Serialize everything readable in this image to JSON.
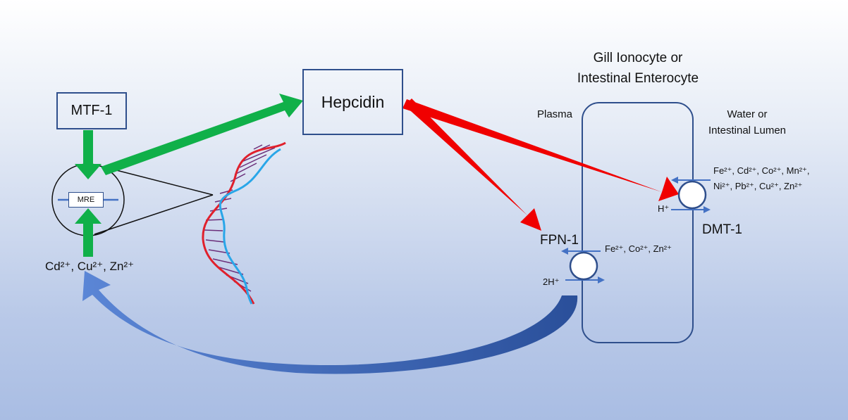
{
  "boxes": {
    "mtf1": "MTF-1",
    "mre": "MRE",
    "hepcidin": "Hepcidin"
  },
  "metals_in": "Cd²⁺, Cu²⁺, Zn²⁺",
  "cell": {
    "title_line1": "Gill Ionocyte or",
    "title_line2": "Intestinal Enterocyte",
    "plasma": "Plasma",
    "water_line1": "Water or",
    "water_line2": "Intestinal Lumen"
  },
  "fpn1": {
    "name": "FPN-1",
    "ions": "Fe²⁺, Co²⁺, Zn²⁺",
    "proton": "2H⁺"
  },
  "dmt1": {
    "name": "DMT-1",
    "ions_line1": "Fe²⁺, Cd²⁺, Co²⁺, Mn²⁺,",
    "ions_line2": "Ni²⁺, Pb²⁺, Cu²⁺, Zn²⁺",
    "proton": "H⁺"
  },
  "colors": {
    "activation": "#10b049",
    "inhibition": "#f00000",
    "outline": "#2f4f8c",
    "transport": "#4472c4",
    "feedback": "#2e55a0",
    "dna_red": "#e0202c",
    "dna_blue": "#29a6e8",
    "dna_rungs": "#6b2f7a"
  }
}
